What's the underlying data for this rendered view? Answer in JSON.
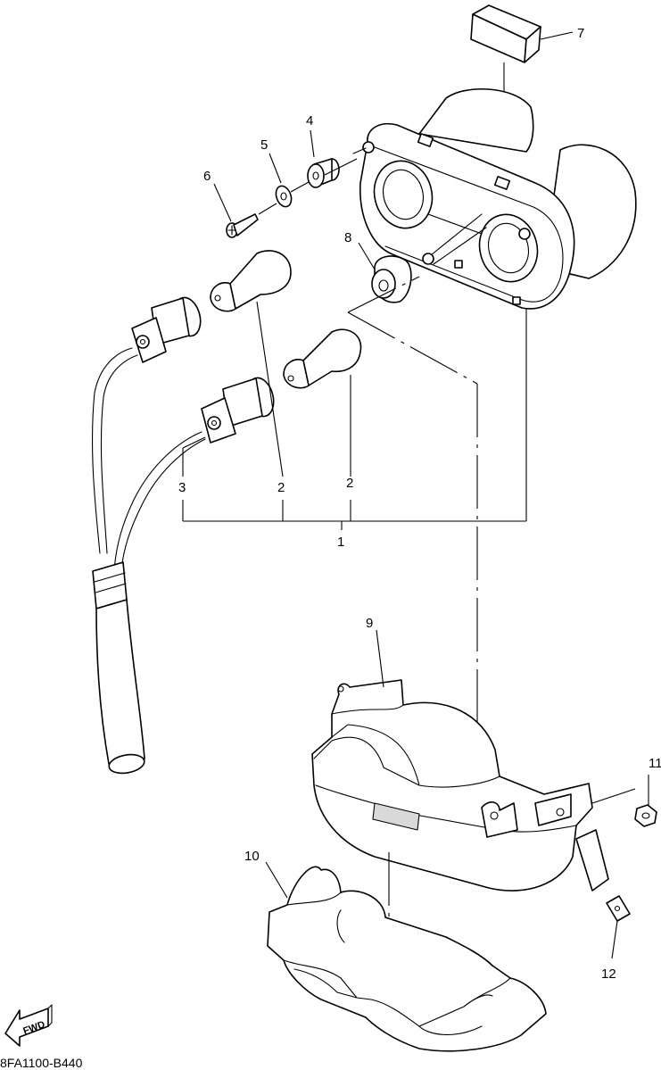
{
  "diagram": {
    "drawing_code": "8FA1100-B440",
    "direction_badge": "FWD",
    "callouts": [
      "1",
      "2",
      "2",
      "3",
      "4",
      "5",
      "6",
      "7",
      "8",
      "9",
      "10",
      "11",
      "12"
    ]
  }
}
